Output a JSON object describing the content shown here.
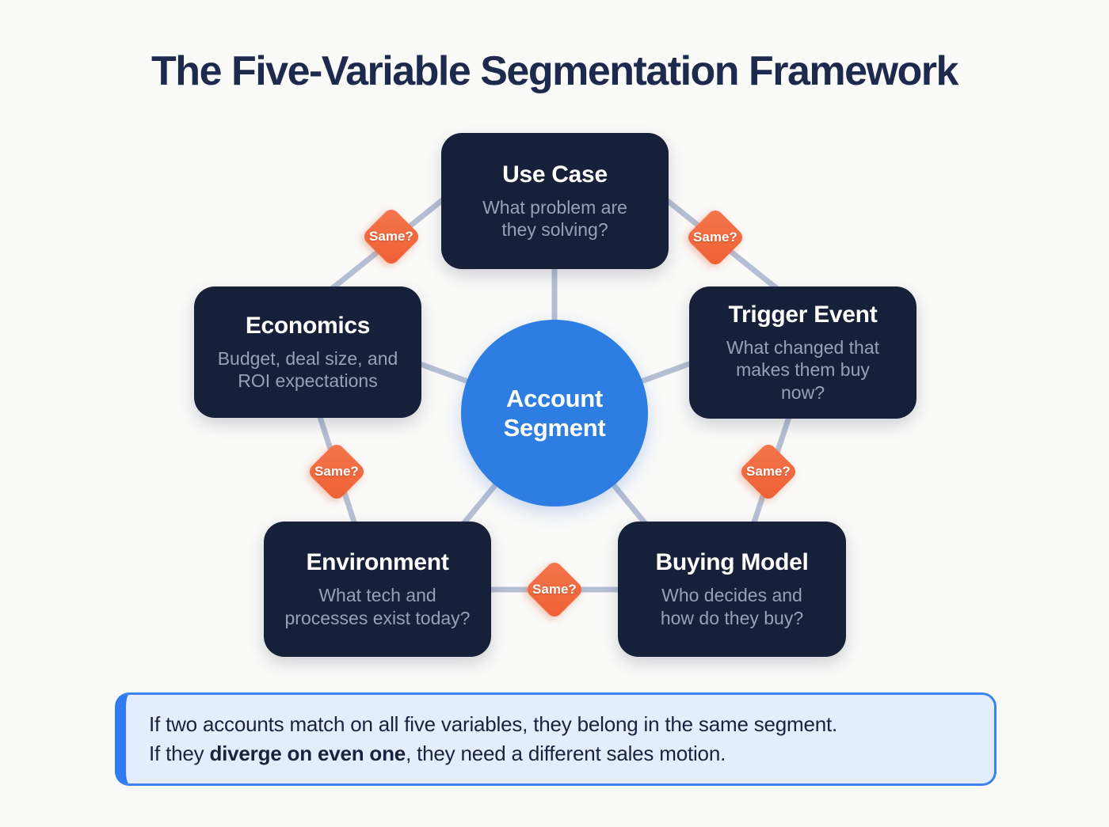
{
  "title": "The Five-Variable Segmentation Framework",
  "center": {
    "label": "Account Segment"
  },
  "nodes": [
    {
      "id": "use-case",
      "title": "Use Case",
      "subtitle": "What problem are they solving?"
    },
    {
      "id": "economics",
      "title": "Economics",
      "subtitle": "Budget, deal size, and ROI expectations"
    },
    {
      "id": "trigger-event",
      "title": "Trigger Event",
      "subtitle": "What changed that makes them buy now?"
    },
    {
      "id": "environment",
      "title": "Environment",
      "subtitle": "What tech and processes exist today?"
    },
    {
      "id": "buying-model",
      "title": "Buying Model",
      "subtitle": "Who decides and how do they buy?"
    }
  ],
  "diamond_label": "Same?",
  "callout": {
    "line1": "If two accounts match on all five variables, they belong in the same segment.",
    "line2_prefix": "If they ",
    "line2_bold": "diverge on even one",
    "line2_suffix": ", they need a different sales motion."
  },
  "colors": {
    "background": "#fafaf9",
    "title_text": "#1d2a4d",
    "node_background": "#172039",
    "node_title_text": "#ffffff",
    "node_subtitle_text": "#97a1b4",
    "center_circle": "#2e7de2",
    "diamond": "#f2683e",
    "connector": "#b5bfd4",
    "callout_background": "#e3edfb",
    "callout_border": "#3d82ee",
    "callout_accent": "#2e7cf0",
    "callout_text": "#17233f"
  }
}
